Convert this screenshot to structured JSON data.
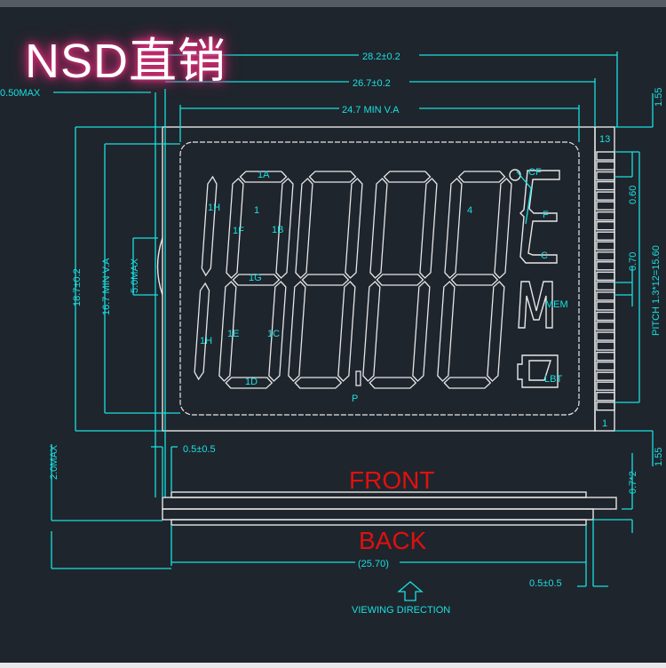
{
  "brand": {
    "text": "NSD直销"
  },
  "dimensions": {
    "overall_width": "28.2±0.2",
    "glass_width": "26.7±0.2",
    "view_area_width": "24.7 MIN V.A",
    "max_offset": "0.50MAX",
    "overall_height": "18.7±0.2",
    "view_area_height": "16.7 MIN V.A",
    "connector_height": "5.0MAX",
    "top_margin": "1.55",
    "bottom_margin": "1.55",
    "pin_width": "0.60",
    "pin_spacing": "0.70",
    "pitch": "PITCH  1.3*12=15.60",
    "thickness": "2.0MAX",
    "front_offset": "0.5±0.5",
    "back_offset": "0.5±0.5",
    "back_width": "(25.70)",
    "glass_thickness": "0.7*2"
  },
  "pins": {
    "first": "1",
    "last": "13",
    "count": 13
  },
  "segments": {
    "digit1_label": "1",
    "digit4_label": "4",
    "labels": [
      "1A",
      "1B",
      "1C",
      "1D",
      "1E",
      "1F",
      "1G",
      "1H",
      "1H"
    ],
    "symbols": [
      "CF",
      "F",
      "C",
      "MEM",
      "LBT"
    ],
    "decimal": "P"
  },
  "side_view": {
    "front": "FRONT",
    "back": "BACK",
    "viewing_direction": "VIEWING DIRECTION"
  },
  "colors": {
    "background": "#1f252d",
    "dimension": "#19e0e0",
    "outline": "#e6e6e6",
    "label_red": "#e01010",
    "brand_glow": "#e0307a"
  }
}
